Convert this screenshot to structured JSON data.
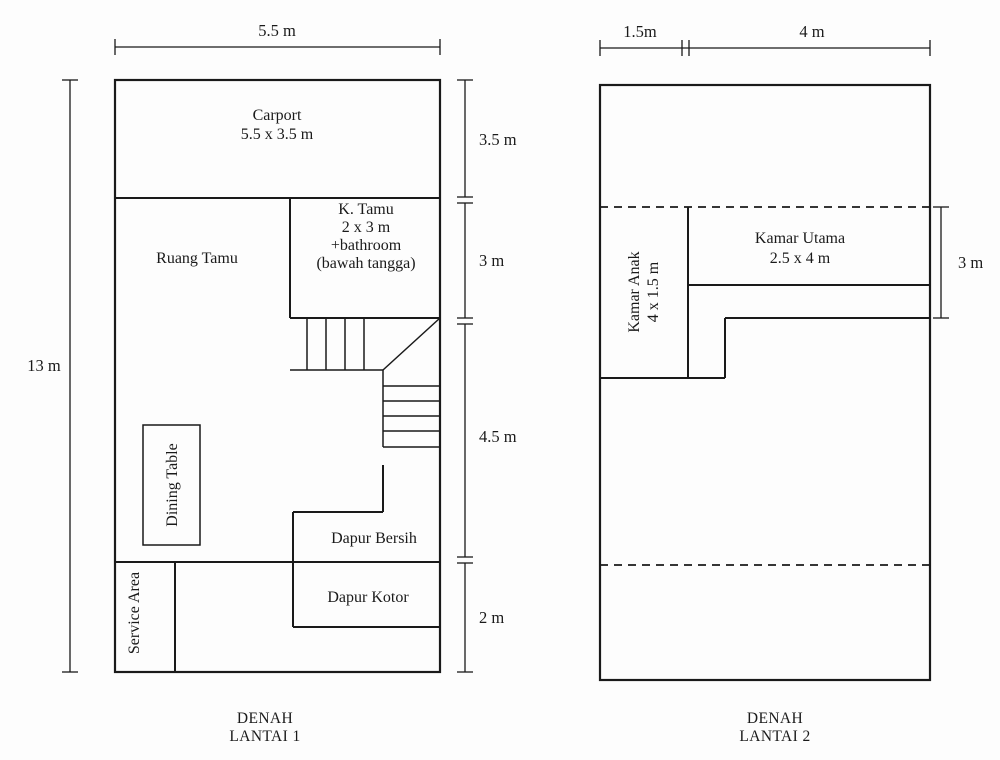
{
  "canvas": {
    "background": "#fdfdfd",
    "ink": "#1a1a1a"
  },
  "floor1": {
    "title": [
      "DENAH",
      "LANTAI 1"
    ],
    "dims": {
      "top": "5.5 m",
      "left": "13 m",
      "right": [
        "3.5 m",
        "3 m",
        "4.5 m",
        "2 m"
      ]
    },
    "labels": {
      "carport": [
        "Carport",
        "5.5 x 3.5 m"
      ],
      "ruang_tamu": "Ruang Tamu",
      "k_tamu": [
        "K. Tamu",
        "2 x 3 m",
        "+bathroom",
        "(bawah tangga)"
      ],
      "dining_table": "Dining Table",
      "dapur_bersih": "Dapur Bersih",
      "dapur_kotor": "Dapur Kotor",
      "service_area": "Service Area"
    }
  },
  "floor2": {
    "title": [
      "DENAH",
      "LANTAI 2"
    ],
    "dims": {
      "top_left": "1.5m",
      "top_right": "4 m",
      "right": "3 m"
    },
    "labels": {
      "kamar_anak": [
        "Kamar Anak",
        "4 x 1.5 m"
      ],
      "kamar_utama": [
        "Kamar Utama",
        "2.5 x 4 m"
      ]
    }
  }
}
